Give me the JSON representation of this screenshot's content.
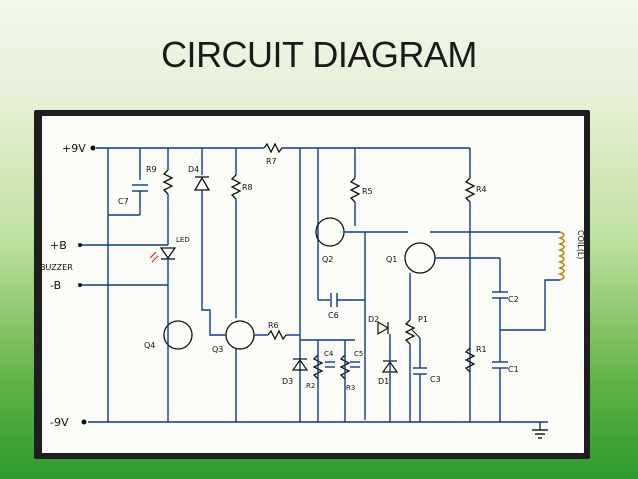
{
  "slide": {
    "title": "CIRCUIT DIAGRAM"
  },
  "labels": {
    "plus9v": "+9V",
    "minus9v": "-9V",
    "plusB": "+B",
    "minusB": "-B",
    "buzzer": "BUZZER",
    "c7": "C7",
    "r9": "R9",
    "d4": "D4",
    "r8": "R8",
    "r7": "R7",
    "r5": "R5",
    "r4": "R4",
    "led": "LED",
    "q2": "Q2",
    "q1": "Q1",
    "coil": "COIL(L)",
    "c2": "C2",
    "c6": "C6",
    "d2": "D2",
    "p1": "P1",
    "q4": "Q4",
    "q3": "Q3",
    "r6": "R6",
    "r1": "R1",
    "c1": "C1",
    "c4": "C4",
    "c3": "C3",
    "c5": "C5",
    "d3": "D3",
    "r2": "R2",
    "r3": "R3",
    "d1": "D1"
  }
}
